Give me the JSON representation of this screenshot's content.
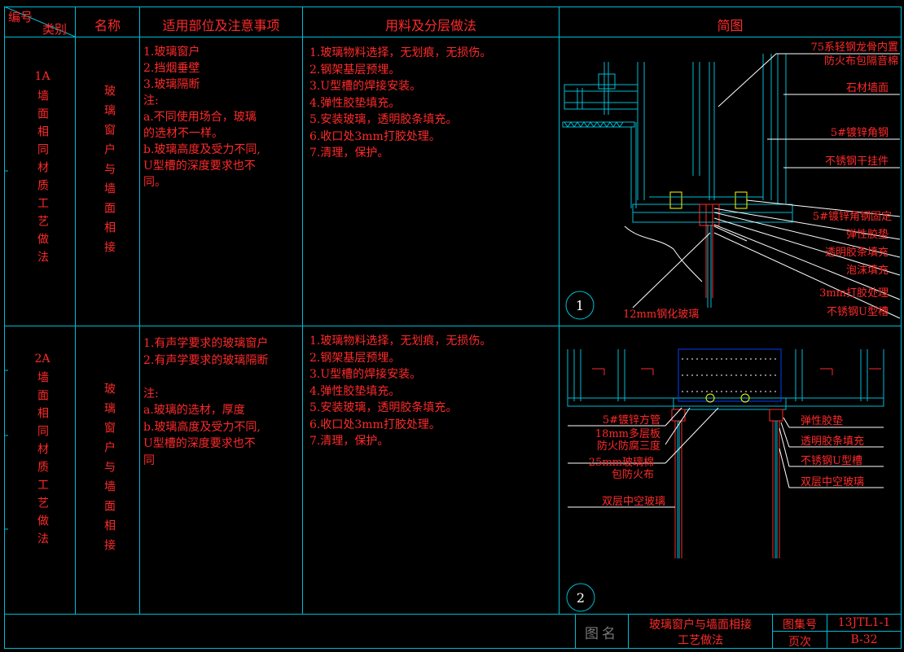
{
  "header": {
    "corner_top": "编号",
    "corner_bottom": "类别",
    "col_name": "名称",
    "col_scope": "适用部位及注意事项",
    "col_material": "用料及分层做法",
    "col_figure": "简图"
  },
  "rows": [
    {
      "code": "1A",
      "category": "墙面相同材质工艺做法",
      "name": "玻璃窗户与墙面相接",
      "scope": [
        "1.玻璃窗户",
        "2.挡烟垂壁",
        "3.玻璃隔断",
        "注:",
        "a.不同使用场合，玻璃",
        "  的选材不一样。",
        "b.玻璃高度及受力不同,",
        "  U型槽的深度要求也不",
        "  同。"
      ],
      "steps": [
        "1.玻璃物料选择，无划痕，无损伤。",
        "2.钢架基层预埋。",
        "3.U型槽的焊接安装。",
        "4.弹性胶垫填充。",
        "5.安装玻璃，透明胶条填充。",
        "6.收口处3mm打胶处理。",
        "7.清理，保护。"
      ],
      "figure_no": "1",
      "labels": [
        "75系轻钢龙骨内置",
        "防火布包隔音棉",
        "石材墙面",
        "5#镀锌角钢",
        "不锈钢干挂件",
        "5#镀锌角钢固定",
        "弹性胶垫",
        "透明胶条填充",
        "泡沫填充",
        "3mm打胶处理",
        "不锈钢U型槽",
        "12mm钢化玻璃"
      ]
    },
    {
      "code": "2A",
      "category": "墙面相同材质工艺做法",
      "name": "玻璃窗户与墙面相接",
      "scope": [
        "1.有声学要求的玻璃窗户",
        "2.有声学要求的玻璃隔断",
        "",
        "注:",
        "a.玻璃的选材，厚度",
        "b.玻璃高度及受力不同,",
        "  U型槽的深度要求也不",
        "  同"
      ],
      "steps": [
        "1.玻璃物料选择，无划痕，无损伤。",
        "2.钢架基层预埋。",
        "3.U型槽的焊接安装。",
        "4.弹性胶垫填充。",
        "5.安装玻璃，透明胶条填充。",
        "6.收口处3mm打胶处理。",
        "7.清理，保护。"
      ],
      "figure_no": "2",
      "labels_left": [
        "5#镀锌方管",
        "18mm多层板",
        "防火防腐三度",
        "25mm玻璃棉",
        "包防火布",
        "双层中空玻璃"
      ],
      "labels_right": [
        "弹性胶垫",
        "透明胶条填充",
        "不锈钢U型槽",
        "双层中空玻璃"
      ]
    }
  ],
  "title_block": {
    "label_title": "图名",
    "title_line1": "玻璃窗户与墙面相接",
    "title_line2": "工艺做法",
    "label_set": "图集号",
    "set_no": "13JTL1-1",
    "label_page": "页次",
    "page_no": "B-32"
  }
}
